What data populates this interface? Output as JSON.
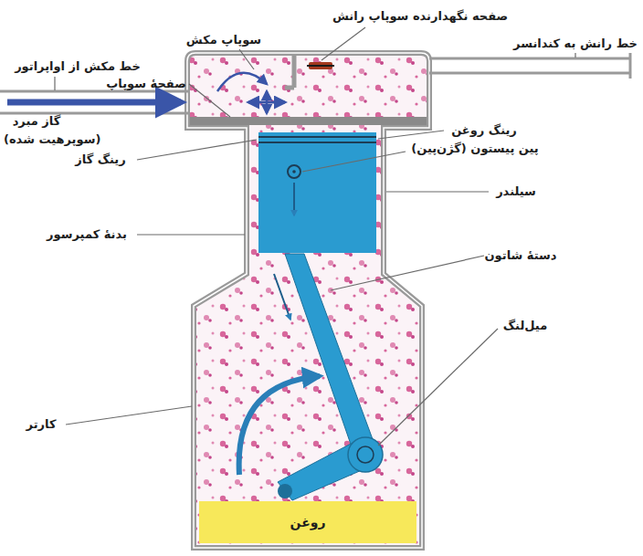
{
  "diagram": {
    "nodes": [
      {
        "text": [
          "روغن"
        ]
      }
    ],
    "edges": [],
    "labels": [
      "صفحه نگهدارنده سوپاپ رانش",
      "سوپاپ مکش",
      "خط رانش به کندانسر",
      "خط مکش از اواپراتور",
      "صفحهٔ سوپاپ",
      "گاز مبرد",
      "(سوپرهیت شده)",
      "رینگ روغن",
      "پین پیستون (گژن‌پین)",
      "رینگ گاز",
      "سیلندر",
      "بدنهٔ کمپرسور",
      "دستهٔ شاتون",
      "میل‌لنگ",
      "کارتر"
    ]
  }
}
